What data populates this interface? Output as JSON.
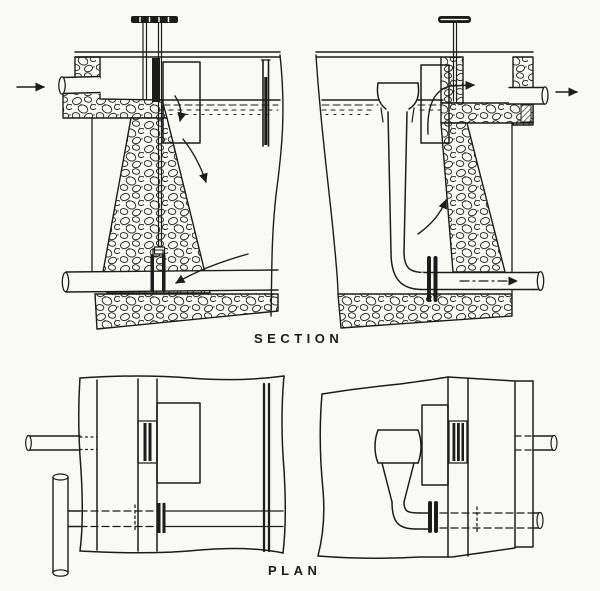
{
  "labels": {
    "section": "SECTION",
    "plan": "PLAN"
  },
  "colors": {
    "paper": "#f9f9f6",
    "ink": "#1c1c1c"
  },
  "figure": {
    "flow_arrows": [
      "inlet-left",
      "outlet-right",
      "washout-left",
      "internal-circulation"
    ]
  }
}
